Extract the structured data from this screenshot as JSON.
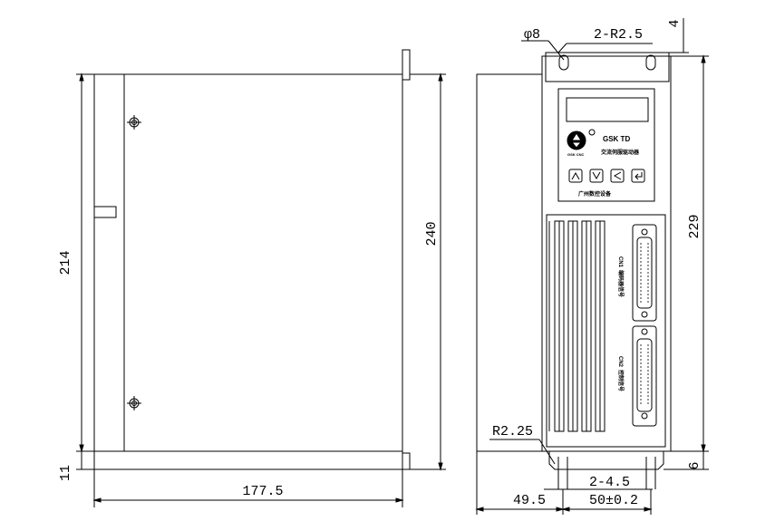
{
  "side_view": {
    "dim_height_overall": "240",
    "dim_height_inner": "214",
    "dim_base": "11",
    "dim_depth": "177.5"
  },
  "front_view": {
    "dim_hole_diameter": "φ8",
    "dim_slot_radius": "2-R2.5",
    "dim_top_offset": "4",
    "dim_height": "229",
    "dim_bottom_offset": "6",
    "dim_corner_radius": "R2.25",
    "dim_bottom_holes": "2-4.5",
    "dim_left_offset": "49.5",
    "dim_hole_spacing": "50±0.2",
    "panel": {
      "brand": "GSK TD",
      "subtitle": "交流伺服驱动器",
      "logo_text": "GSK CNC",
      "bottom_label": "广州数控设备",
      "connector_top_label": "CN1",
      "connector_top_side": "编码器信号",
      "connector_bottom_label": "CN2",
      "connector_bottom_side": "控制信号"
    },
    "buttons": [
      "up-icon",
      "down-icon",
      "left-icon",
      "enter-icon"
    ]
  }
}
